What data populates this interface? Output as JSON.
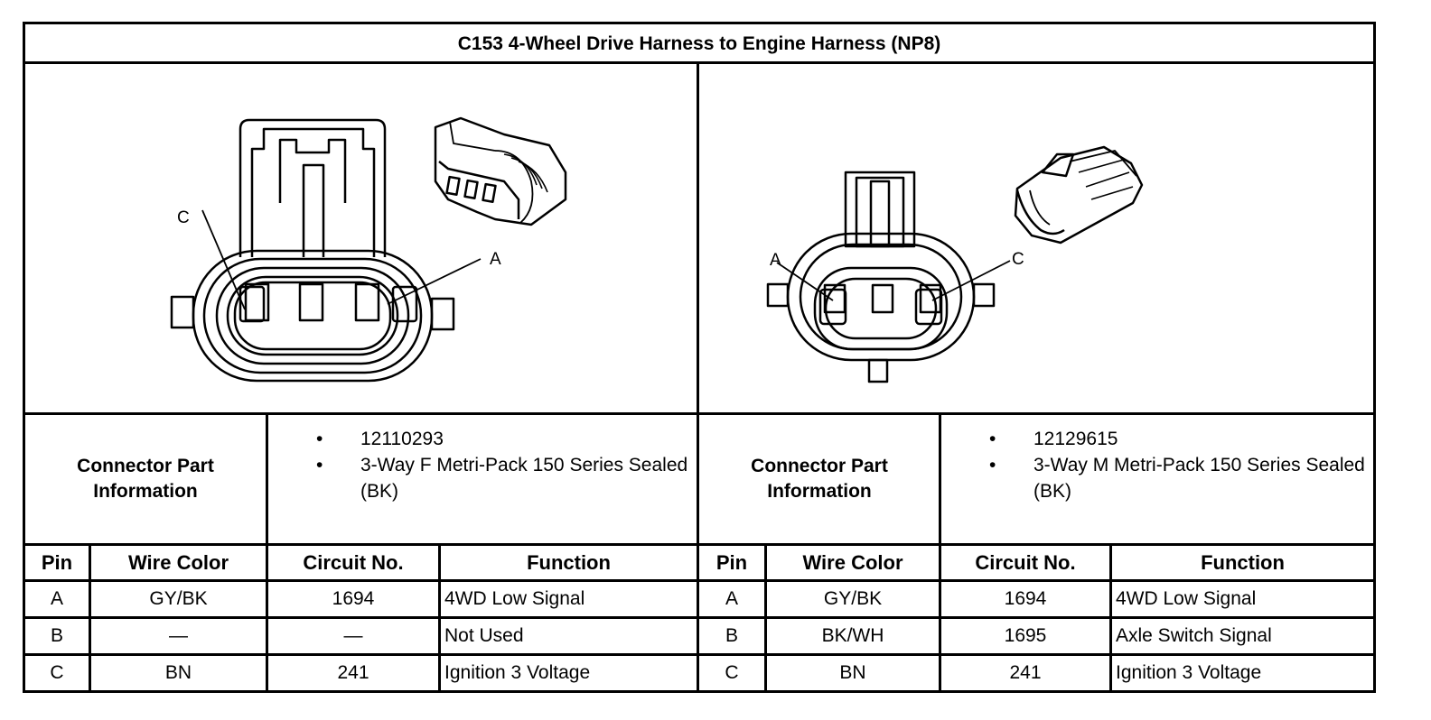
{
  "title": "C153 4-Wheel Drive Harness to Engine Harness (NP8)",
  "connectors": [
    {
      "pin_labels": [
        "C",
        "A"
      ],
      "part_info_label": "Connector Part Information",
      "part_info": [
        "12110293",
        "3-Way F Metri-Pack 150 Series Sealed (BK)"
      ]
    },
    {
      "pin_labels": [
        "A",
        "C"
      ],
      "part_info_label": "Connector Part Information",
      "part_info": [
        "12129615",
        "3-Way M Metri-Pack 150 Series Sealed (BK)"
      ]
    }
  ],
  "table_headers": [
    "Pin",
    "Wire Color",
    "Circuit No.",
    "Function"
  ],
  "tables": [
    [
      [
        "A",
        "GY/BK",
        "1694",
        "4WD Low Signal"
      ],
      [
        "B",
        "—",
        "—",
        "Not Used"
      ],
      [
        "C",
        "BN",
        "241",
        "Ignition 3 Voltage"
      ]
    ],
    [
      [
        "A",
        "GY/BK",
        "1694",
        "4WD Low Signal"
      ],
      [
        "B",
        "BK/WH",
        "1695",
        "Axle Switch Signal"
      ],
      [
        "C",
        "BN",
        "241",
        "Ignition 3 Voltage"
      ]
    ]
  ]
}
